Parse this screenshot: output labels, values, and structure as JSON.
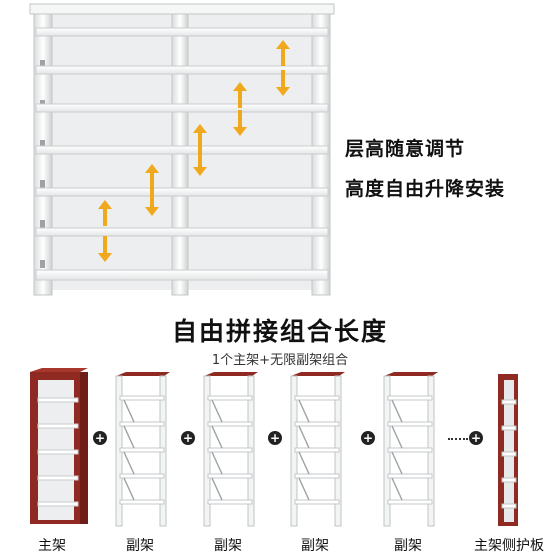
{
  "features": {
    "line1": "层高随意调节",
    "line2": "高度自由升降安装"
  },
  "headline": "自由拼接组合长度",
  "subline": "1个主架+无限副架组合",
  "modules": [
    {
      "label": "主架",
      "type": "main"
    },
    {
      "label": "副架",
      "type": "sub"
    },
    {
      "label": "副架",
      "type": "sub"
    },
    {
      "label": "副架",
      "type": "sub"
    },
    {
      "label": "副架",
      "type": "sub"
    },
    {
      "label": "主架侧护板",
      "type": "side-panel"
    }
  ],
  "joiners": [
    "+",
    "+",
    "+",
    "+",
    "+"
  ],
  "colors": {
    "main_frame": "#8e2a22",
    "arrow": "#f0a81c",
    "shelf": "#f2f3f3"
  },
  "icons": [
    "arrow-up-icon",
    "arrow-down-icon",
    "plus-icon"
  ]
}
